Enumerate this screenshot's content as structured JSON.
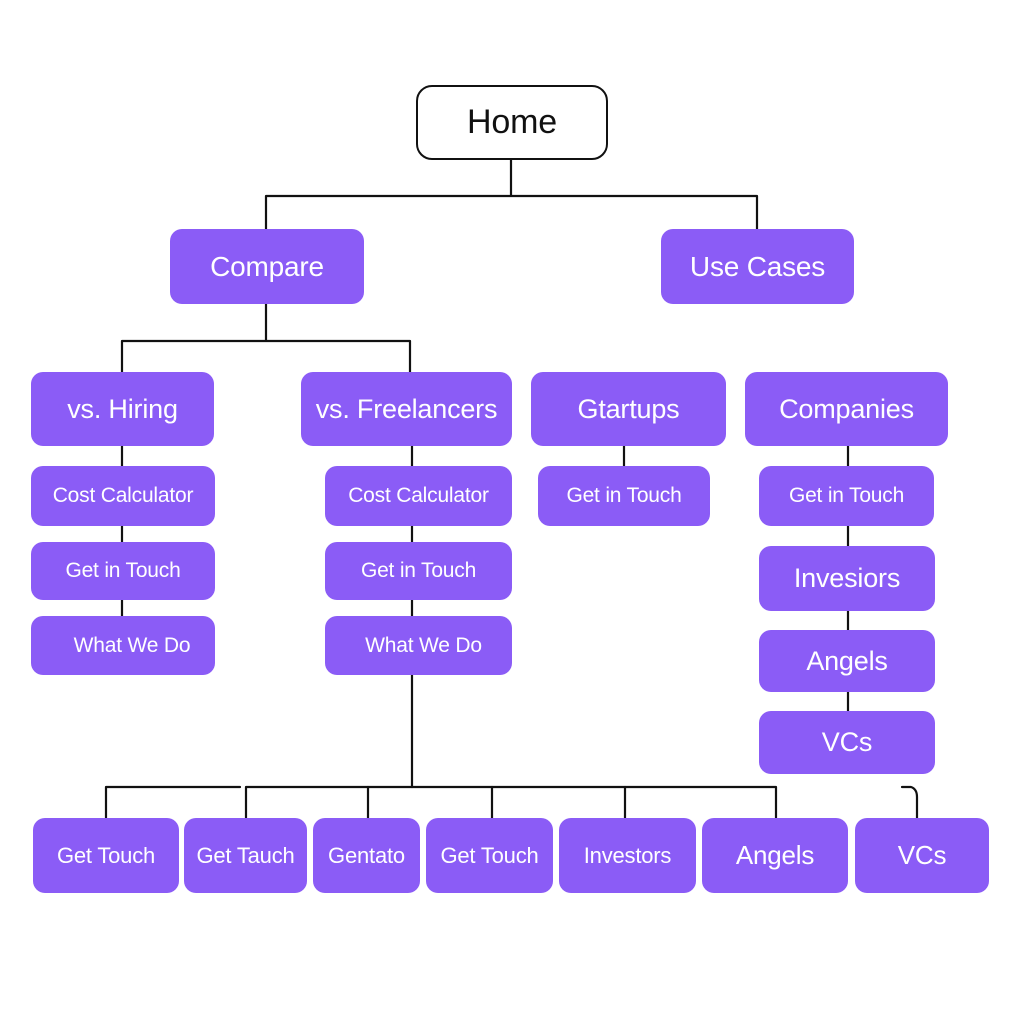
{
  "diagram": {
    "root": {
      "label": "Home"
    },
    "level1": [
      {
        "label": "Compare"
      },
      {
        "label": "Use Cases"
      }
    ],
    "compare_children": [
      {
        "label": "vs. Hiring",
        "items": [
          "Cost Calculator",
          "Get in Touch",
          "What We Do"
        ]
      },
      {
        "label": "vs. Freelancers",
        "items": [
          "Cost Calculator",
          "Get in Touch",
          "What We Do"
        ]
      }
    ],
    "use_cases_children": [
      {
        "label": "Gtartups",
        "items": [
          "Get in Touch"
        ]
      },
      {
        "label": "Companies",
        "items": [
          "Get in Touch",
          "Invesiors",
          "Angels",
          "VCs"
        ]
      }
    ],
    "bottom_row": [
      "Get Touch",
      "Get Tauch",
      "Gentato",
      "Get Touch",
      "Investors",
      "Angels",
      "VCs"
    ],
    "colors": {
      "node_fill": "#8b5cf6",
      "node_text": "#ffffff",
      "root_fill": "#ffffff",
      "root_border": "#111111",
      "connector": "#111111"
    }
  }
}
